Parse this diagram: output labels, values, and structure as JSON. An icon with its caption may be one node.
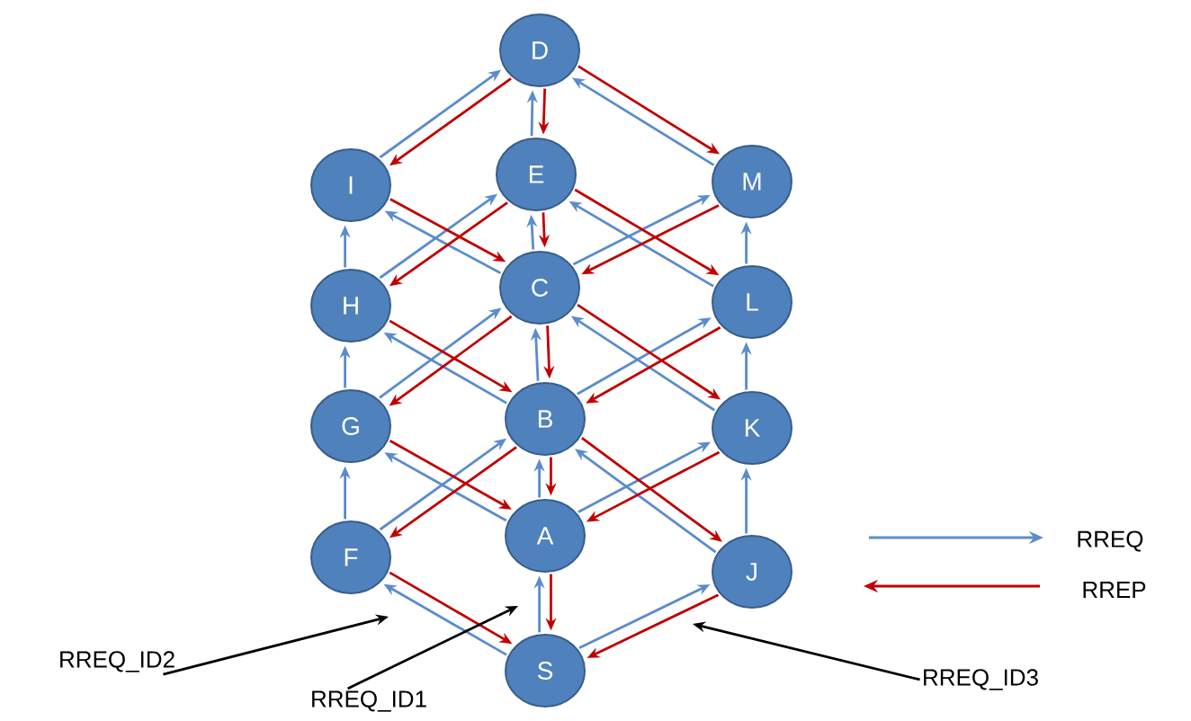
{
  "diagram": {
    "nodes": [
      {
        "text": [
          "D"
        ]
      },
      {
        "text": [
          "I"
        ]
      },
      {
        "text": [
          "E"
        ]
      },
      {
        "text": [
          "M"
        ]
      },
      {
        "text": [
          "H"
        ]
      },
      {
        "text": [
          "C"
        ]
      },
      {
        "text": [
          "L"
        ]
      },
      {
        "text": [
          "G"
        ]
      },
      {
        "text": [
          "B"
        ]
      },
      {
        "text": [
          "K"
        ]
      },
      {
        "text": [
          "F"
        ]
      },
      {
        "text": [
          "A"
        ]
      },
      {
        "text": [
          "J"
        ]
      },
      {
        "text": [
          "S"
        ]
      },
      {
        "text": [
          "RREQ_ID2"
        ]
      },
      {
        "text": [
          "RREQ_ID1"
        ]
      },
      {
        "text": [
          "RREQ_ID3"
        ]
      }
    ],
    "edges": [
      {
        "from": 13,
        "to": 11,
        "arrow": "to"
      },
      {
        "from": 13,
        "to": 10,
        "arrow": "to"
      },
      {
        "from": 13,
        "to": 12,
        "arrow": "to"
      },
      {
        "from": 10,
        "to": 7,
        "arrow": "to"
      },
      {
        "from": 11,
        "to": 8,
        "arrow": "to"
      },
      {
        "from": 11,
        "to": 7,
        "arrow": "to"
      },
      {
        "from": 10,
        "to": 8,
        "arrow": "to"
      },
      {
        "from": 11,
        "to": 9,
        "arrow": "to"
      },
      {
        "from": 12,
        "to": 8,
        "arrow": "to"
      },
      {
        "from": 12,
        "to": 9,
        "arrow": "to"
      },
      {
        "from": 7,
        "to": 4,
        "arrow": "to"
      },
      {
        "from": 8,
        "to": 5,
        "arrow": "to"
      },
      {
        "from": 8,
        "to": 4,
        "arrow": "to"
      },
      {
        "from": 7,
        "to": 5,
        "arrow": "to"
      },
      {
        "from": 8,
        "to": 6,
        "arrow": "to"
      },
      {
        "from": 9,
        "to": 5,
        "arrow": "to"
      },
      {
        "from": 9,
        "to": 6,
        "arrow": "to"
      },
      {
        "from": 4,
        "to": 1,
        "arrow": "to"
      },
      {
        "from": 5,
        "to": 2,
        "arrow": "to"
      },
      {
        "from": 5,
        "to": 1,
        "arrow": "to"
      },
      {
        "from": 4,
        "to": 2,
        "arrow": "to"
      },
      {
        "from": 5,
        "to": 3,
        "arrow": "to"
      },
      {
        "from": 6,
        "to": 2,
        "arrow": "to"
      },
      {
        "from": 6,
        "to": 3,
        "arrow": "to"
      },
      {
        "from": 2,
        "to": 0,
        "arrow": "to"
      },
      {
        "from": 1,
        "to": 0,
        "arrow": "to"
      },
      {
        "from": 3,
        "to": 0,
        "arrow": "to"
      },
      {
        "from": 0,
        "to": 1,
        "arrow": "to",
        "color": "#c00000"
      },
      {
        "from": 0,
        "to": 2,
        "arrow": "to",
        "color": "#c00000"
      },
      {
        "from": 0,
        "to": 3,
        "arrow": "to",
        "color": "#c00000"
      },
      {
        "from": 2,
        "to": 5,
        "arrow": "to",
        "color": "#c00000"
      },
      {
        "from": 1,
        "to": 5,
        "arrow": "to",
        "color": "#c00000"
      },
      {
        "from": 2,
        "to": 4,
        "arrow": "to",
        "color": "#c00000"
      },
      {
        "from": 3,
        "to": 5,
        "arrow": "to",
        "color": "#c00000"
      },
      {
        "from": 2,
        "to": 6,
        "arrow": "to",
        "color": "#c00000"
      },
      {
        "from": 5,
        "to": 8,
        "arrow": "to",
        "color": "#c00000"
      },
      {
        "from": 5,
        "to": 7,
        "arrow": "to",
        "color": "#c00000"
      },
      {
        "from": 4,
        "to": 8,
        "arrow": "to",
        "color": "#c00000"
      },
      {
        "from": 5,
        "to": 9,
        "arrow": "to",
        "color": "#c00000"
      },
      {
        "from": 6,
        "to": 8,
        "arrow": "to",
        "color": "#c00000"
      },
      {
        "from": 8,
        "to": 11,
        "arrow": "to",
        "color": "#c00000"
      },
      {
        "from": 8,
        "to": 10,
        "arrow": "to",
        "color": "#c00000"
      },
      {
        "from": 7,
        "to": 11,
        "arrow": "to",
        "color": "#c00000"
      },
      {
        "from": 8,
        "to": 12,
        "arrow": "to",
        "color": "#c00000"
      },
      {
        "from": 9,
        "to": 11,
        "arrow": "to",
        "color": "#c00000"
      },
      {
        "from": 11,
        "to": 13,
        "arrow": "to",
        "color": "#c00000"
      },
      {
        "from": 10,
        "to": 13,
        "arrow": "to",
        "color": "#c00000"
      },
      {
        "from": 12,
        "to": 13,
        "arrow": "to",
        "color": "#c00000"
      },
      {
        "from": 14,
        "to": null,
        "arrow": "to",
        "color": "#000000"
      },
      {
        "from": 15,
        "to": null,
        "arrow": "to",
        "color": "#000000"
      },
      {
        "from": 16,
        "to": null,
        "arrow": "to",
        "color": "#000000"
      }
    ],
    "legend": [
      {
        "text": "RREQ"
      },
      {
        "text": "RREP"
      }
    ]
  }
}
